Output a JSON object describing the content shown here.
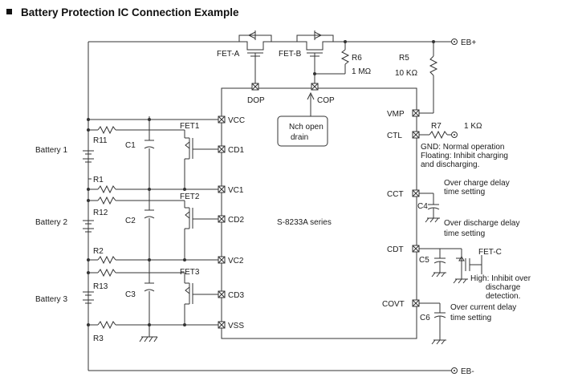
{
  "title": "Battery Protection IC Connection Example",
  "ic": {
    "name": "S-8233A series",
    "left_pins": [
      "VCC",
      "CD1",
      "VC1",
      "CD2",
      "VC2",
      "CD3",
      "VSS"
    ],
    "top_pins": [
      "DOP",
      "COP"
    ],
    "right_pins": [
      "VMP",
      "CTL",
      "CCT",
      "CDT",
      "COVT"
    ]
  },
  "terminals": {
    "positive": "EB+",
    "negative": "EB-"
  },
  "fets": [
    "FET-A",
    "FET-B",
    "FET1",
    "FET2",
    "FET3",
    "FET-C"
  ],
  "resistors": {
    "R5": {
      "name": "R5",
      "value": "10 KΩ"
    },
    "R6": {
      "name": "R6",
      "value": "1 MΩ"
    },
    "R7": {
      "name": "R7",
      "value": "1 KΩ"
    },
    "R1": "R1",
    "R2": "R2",
    "R3": "R3",
    "R11": "R11",
    "R12": "R12",
    "R13": "R13"
  },
  "capacitors": [
    "C1",
    "C2",
    "C3",
    "C4",
    "C5",
    "C6"
  ],
  "batteries": [
    "Battery 1",
    "Battery 2",
    "Battery 3"
  ],
  "notes": {
    "nch": [
      "Nch open",
      "drain"
    ],
    "ctl": [
      "GND: Normal operation",
      "Floating: Inhibit charging",
      "and discharging."
    ],
    "cct_over": [
      "Over charge delay",
      "time setting"
    ],
    "cct_discharge": [
      "Over discharge delay",
      "time setting"
    ],
    "cdt": [
      "High: Inhibit over",
      "discharge",
      "detection."
    ],
    "covt": [
      "Over current delay",
      "time setting"
    ]
  }
}
